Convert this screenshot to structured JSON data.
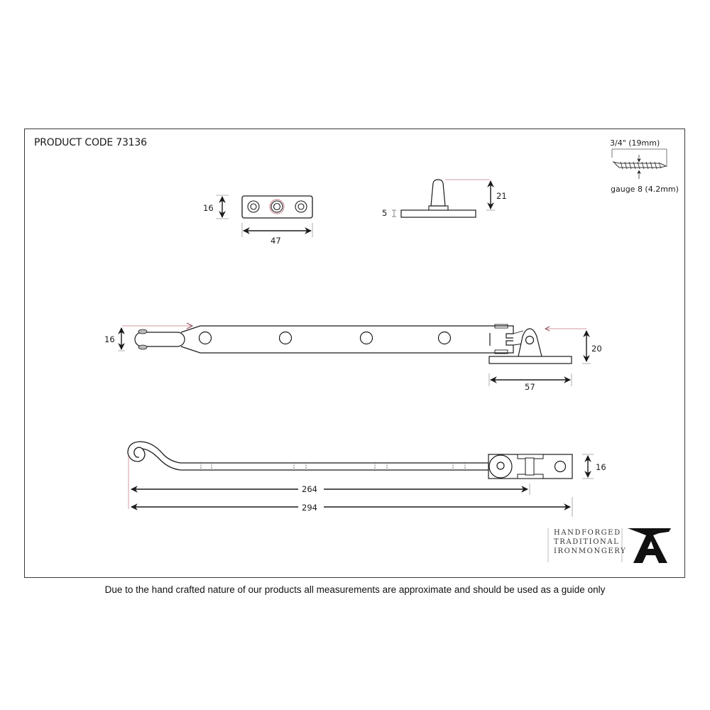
{
  "header": {
    "product_code": "PRODUCT CODE 73136"
  },
  "screw": {
    "length_label": "3/4\" (19mm)",
    "gauge_label": "gauge 8 (4.2mm)"
  },
  "views": {
    "keep_plate": {
      "height_label": "16",
      "width_label": "47"
    },
    "pin": {
      "base_label": "5",
      "height_label": "21"
    },
    "stay_top": {
      "height_label": "16",
      "hinge_height_label": "20",
      "hinge_width_label": "57"
    },
    "stay_side": {
      "height_label": "16",
      "inner_length_label": "264",
      "overall_length_label": "294"
    }
  },
  "brand": {
    "line1": "HANDFORGED",
    "line2": "TRADITIONAL",
    "line3": "IRONMONGERY",
    "logo_icon": "anvil-icon"
  },
  "footer": {
    "disclaimer": "Due to the hand crafted nature of our products all measurements are approximate and should be used as a guide only"
  },
  "colors": {
    "line": "#1a1a1a",
    "accent_leader": "#d49aa0"
  }
}
